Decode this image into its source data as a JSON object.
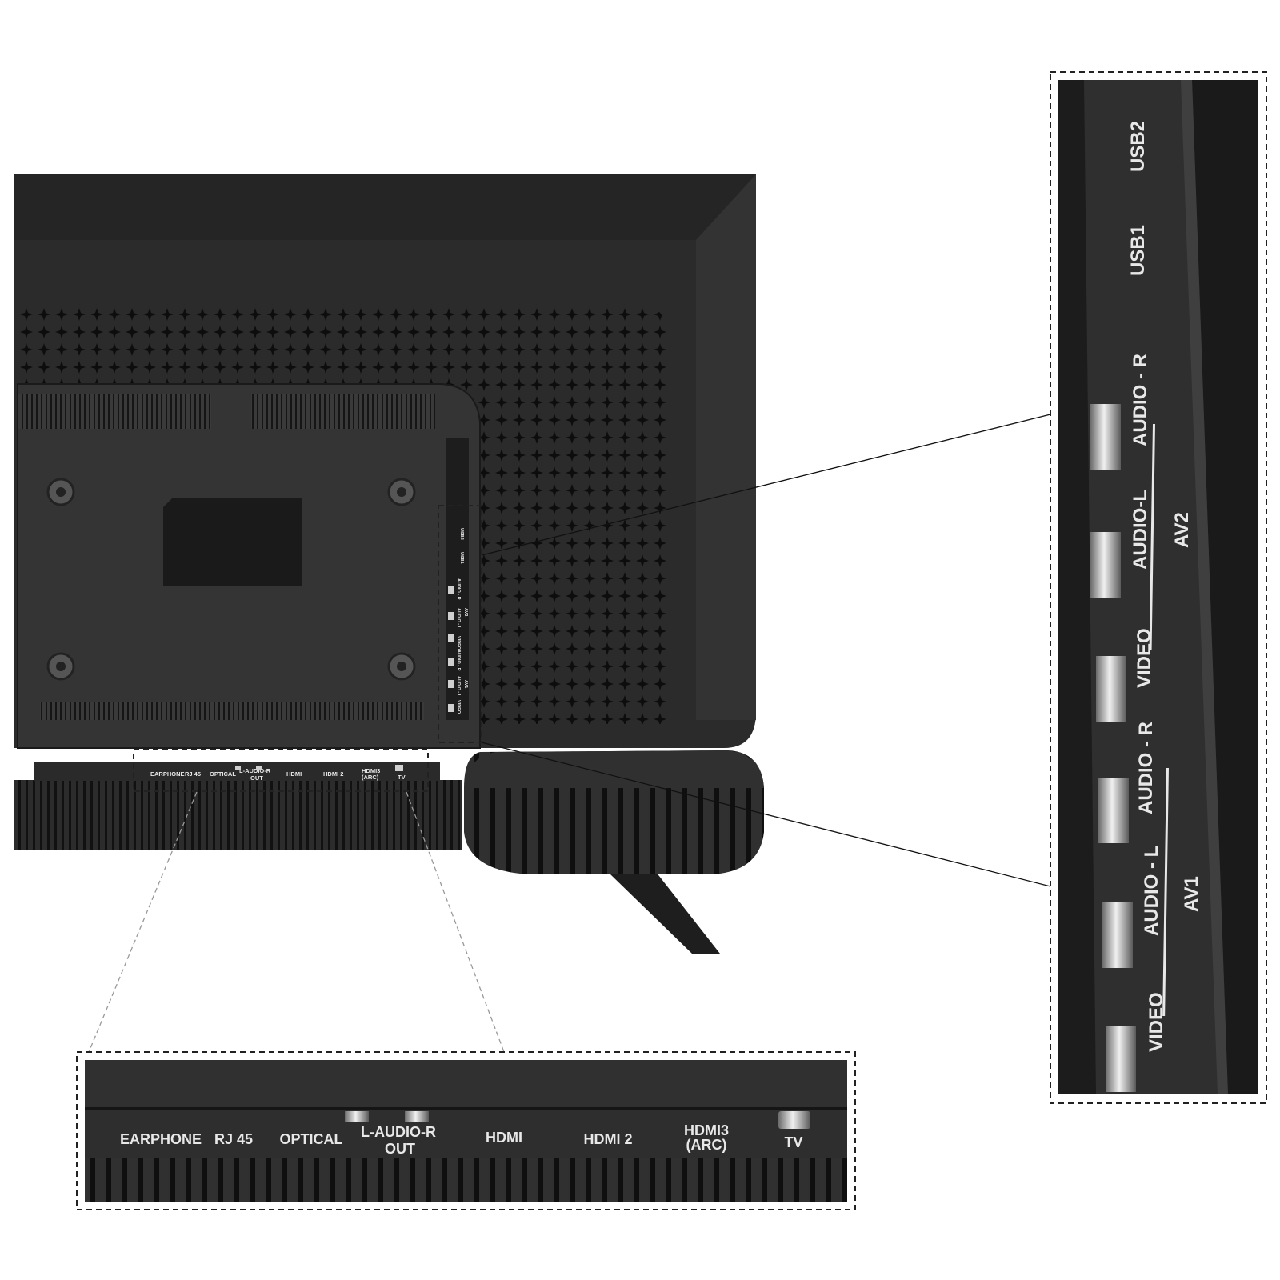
{
  "title": "",
  "colors": {
    "background": "#ffffff",
    "tv_body": "#2f2f2f",
    "tv_frame": "#3a3a3a",
    "panel": "#323232",
    "label_text": "#e8e8e8",
    "callout_line": "#111111"
  },
  "overview": {
    "top_labels": [
      "USB2",
      "USB1"
    ],
    "side_labels": [
      "AUDIO - R",
      "AUDIO - L",
      "VIDEO",
      "AV2",
      "AUDIO - R",
      "AUDIO - L",
      "VIDEO",
      "AV1"
    ],
    "bottom_labels": [
      "EARPHONE",
      "RJ 45",
      "OPTICAL",
      "L-AUDIO-R",
      "OUT",
      "HDMI",
      "HDMI 2",
      "HDMI3",
      "(ARC)",
      "TV"
    ]
  },
  "bottom_callout": {
    "ports": [
      {
        "name": "earphone",
        "label": "EARPHONE"
      },
      {
        "name": "rj45",
        "label": "RJ 45"
      },
      {
        "name": "optical",
        "label": "OPTICAL"
      },
      {
        "name": "audio-out",
        "label": "L-AUDIO-R",
        "label2": "OUT"
      },
      {
        "name": "hdmi",
        "label": "HDMI"
      },
      {
        "name": "hdmi2",
        "label": "HDMI 2"
      },
      {
        "name": "hdmi3",
        "label": "HDMI3",
        "label2": "(ARC)"
      },
      {
        "name": "tv",
        "label": "TV"
      }
    ]
  },
  "side_callout": {
    "usb2": "USB2",
    "usb1": "USB1",
    "av2": {
      "audio_r": "AUDIO - R",
      "audio_l": "AUDIO-L",
      "video": "VIDEO",
      "group": "AV2"
    },
    "av1": {
      "audio_r": "AUDIO - R",
      "audio_l": "AUDIO - L",
      "video": "VIDEO",
      "group": "AV1"
    }
  }
}
